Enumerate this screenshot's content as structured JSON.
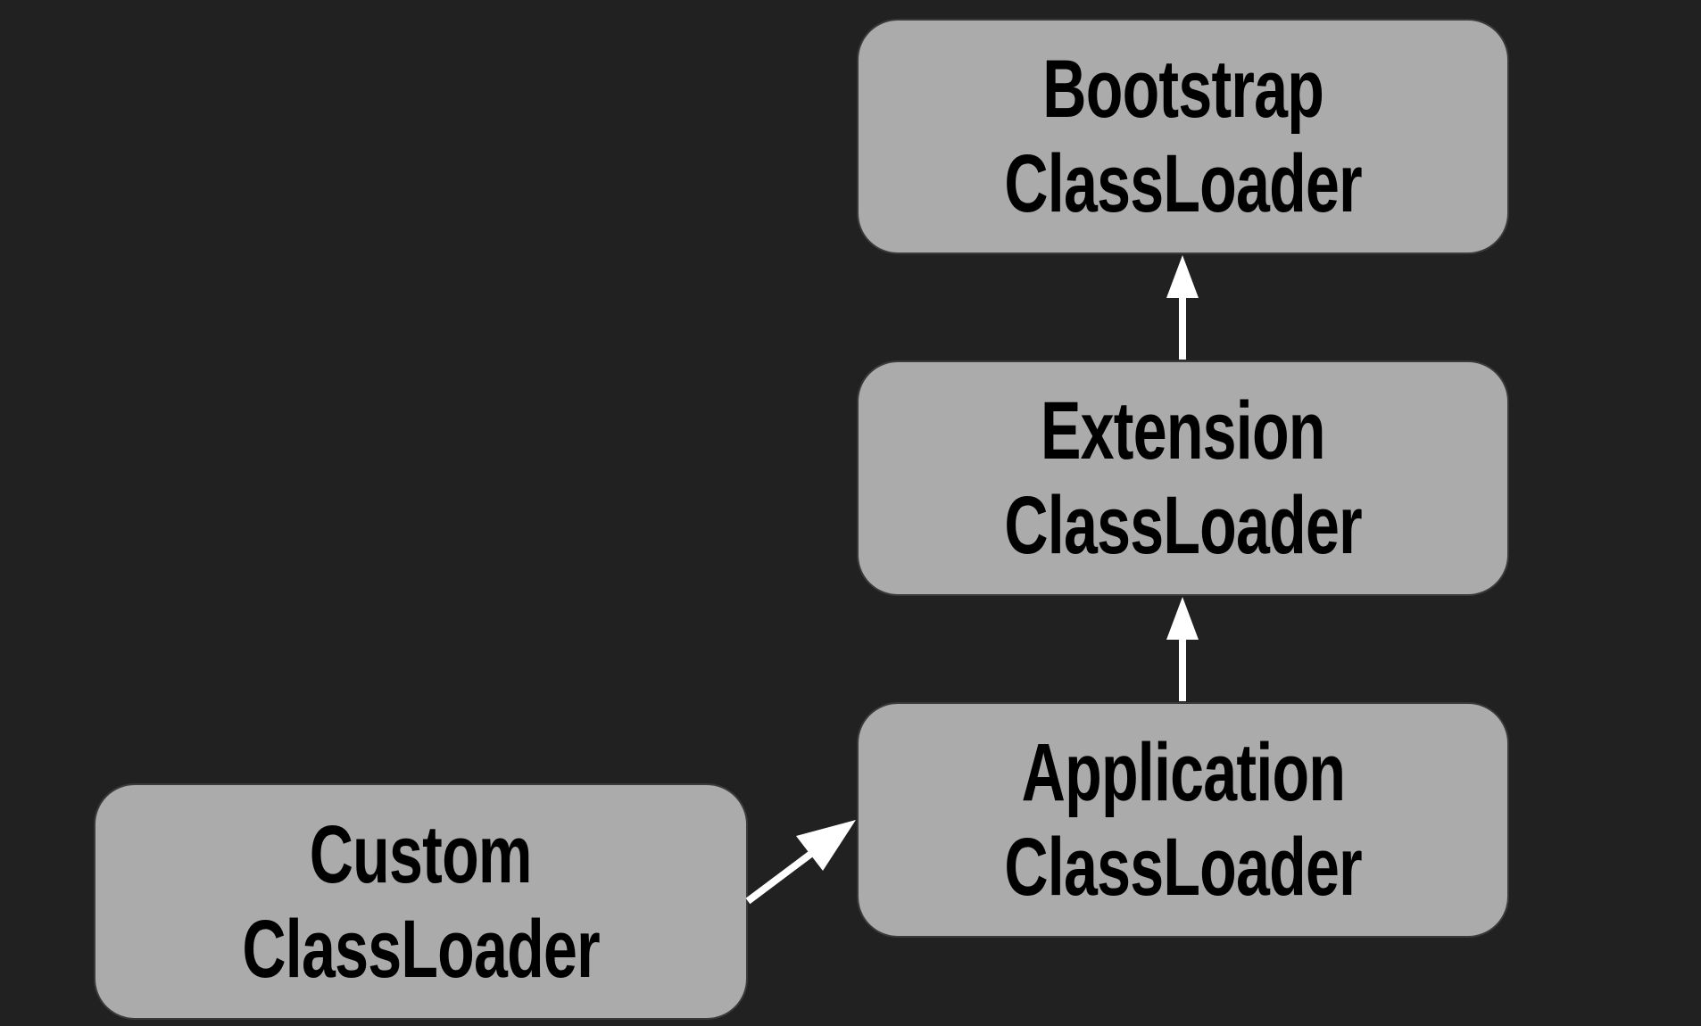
{
  "diagram": {
    "type": "flow",
    "nodes": [
      {
        "id": "bootstrap",
        "line1": "Bootstrap",
        "line2": "ClassLoader"
      },
      {
        "id": "extension",
        "line1": "Extension",
        "line2": "ClassLoader"
      },
      {
        "id": "application",
        "line1": "Application",
        "line2": "ClassLoader"
      },
      {
        "id": "custom",
        "line1": "Custom",
        "line2": "ClassLoader"
      }
    ],
    "edges": [
      {
        "from": "extension",
        "to": "bootstrap"
      },
      {
        "from": "application",
        "to": "extension"
      },
      {
        "from": "custom",
        "to": "application"
      }
    ]
  },
  "colors": {
    "background": "#212121",
    "node_fill": "#ababab",
    "node_border": "#3a3a3a",
    "text": "#000000",
    "arrow": "#ffffff"
  }
}
